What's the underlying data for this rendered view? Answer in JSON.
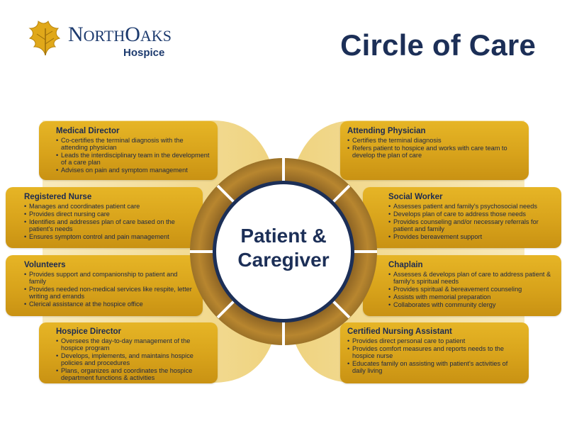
{
  "logo": {
    "name_north_initial": "N",
    "name_north_rest": "ORTH",
    "name_oaks_initial": "O",
    "name_oaks_rest": "AKS",
    "sub": "Hospice"
  },
  "title": "Circle of Care",
  "center": {
    "line1": "Patient &",
    "line2": "Caregiver"
  },
  "roles": [
    {
      "title": "Medical Director",
      "items": [
        "Co-certifies the terminal diagnosis with the attending physician",
        "Leads the interdisciplinary team in the development of a care plan",
        "Advises on pain and symptom management"
      ]
    },
    {
      "title": "Attending Physician",
      "items": [
        "Certifies the terminal diagnosis",
        "Refers patient to hospice and works with care team to develop the plan of care"
      ]
    },
    {
      "title": "Registered Nurse",
      "items": [
        "Manages and coordinates patient care",
        "Provides direct nursing care",
        "Identifies and addresses plan of care based on the patient's needs",
        "Ensures symptom control and pain management"
      ]
    },
    {
      "title": "Social Worker",
      "items": [
        "Assesses patient and family's psychosocial needs",
        "Develops plan of care to address those needs",
        "Provides counseling and/or necessary referrals for patient and family",
        "Provides bereavement support"
      ]
    },
    {
      "title": "Volunteers",
      "items": [
        "Provides support and companionship to patient and family",
        "Provides needed non-medical services like respite, letter writing and errands",
        "Clerical assistance at the hospice office"
      ]
    },
    {
      "title": "Chaplain",
      "items": [
        "Assesses & develops plan of care to address patient & family's spiritual needs",
        "Provides spiritual & bereavement counseling",
        "Assists with memorial preparation",
        "Collaborates with community clergy"
      ]
    },
    {
      "title": "Hospice Director",
      "items": [
        "Oversees the day-to-day management of the hospice program",
        "Develops, implements, and maintains hospice policies and procedures",
        "Plans, organizes and coordinates the hospice department functions & activities"
      ]
    },
    {
      "title": "Certified Nursing Assistant",
      "items": [
        "Provides direct personal care to patient",
        "Provides comfort measures and reports needs to the hospice nurse",
        "Educates family on assisting with patient's activities of daily living"
      ]
    }
  ],
  "colors": {
    "navy": "#1c2f57",
    "gold": "#d8a31b",
    "ring": "#a8792a"
  }
}
